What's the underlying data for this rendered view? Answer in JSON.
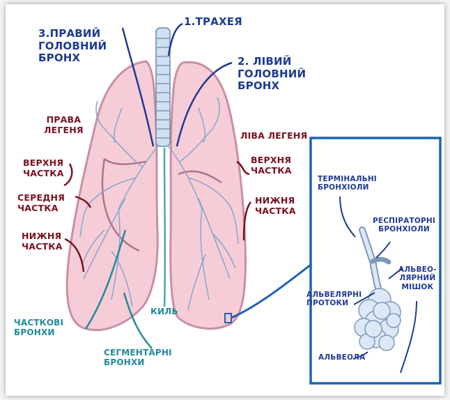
{
  "colors": {
    "heading": "#1f3a93",
    "lung_labels": "#7a1020",
    "bronchi_labels": "#1f8a9a",
    "lung_fill": "#f6cdd6",
    "lung_outline": "#c88fa6",
    "inset_border": "#1d63b5"
  },
  "labels": {
    "trachea": "1.ТРАХЕЯ",
    "right_bronchus_1": "3.ПРАВИЙ",
    "right_bronchus_2": "ГОЛОВНИЙ",
    "right_bronchus_3": "БРОНХ",
    "left_bronchus_1": "2. ЛІВИЙ",
    "left_bronchus_2": "ГОЛОВНИЙ",
    "left_bronchus_3": "БРОНХ",
    "right_lung_1": "ПРАВА",
    "right_lung_2": "ЛЕГЕНЯ",
    "left_lung": "ЛІВА ЛЕГЕНЯ",
    "r_upper_1": "ВЕРХНЯ",
    "r_upper_2": "ЧАСТКА",
    "r_middle_1": "СЕРЕДНЯ",
    "r_middle_2": "ЧАСТКА",
    "r_lower_1": "НИЖНЯ",
    "r_lower_2": "ЧАСТКА",
    "l_upper_1": "ВЕРХНЯ",
    "l_upper_2": "ЧАСТКА",
    "l_lower_1": "НИЖНЯ",
    "l_lower_2": "ЧАСТКА",
    "lobar_1": "ЧАСТКОВІ",
    "lobar_2": "БРОНХИ",
    "carina": "КИЛЬ",
    "segmental_1": "СЕГМЕНТАРНІ",
    "segmental_2": "БРОНХИ",
    "terminal_1": "ТЕРМІНАЛЬНІ",
    "terminal_2": "БРОНХІОЛИ",
    "respiratory_1": "РЕСПІРАТОРНІ",
    "respiratory_2": "БРОНХІОЛИ",
    "sac_1": "АЛЬВЕО-",
    "sac_2": "ЛЯРНИЙ",
    "sac_3": "МІШОК",
    "ducts_1": "АЛЬВЕЛЯРНІ",
    "ducts_2": "ПРОТОКИ",
    "alveolus": "АЛЬВЕОЛА"
  }
}
